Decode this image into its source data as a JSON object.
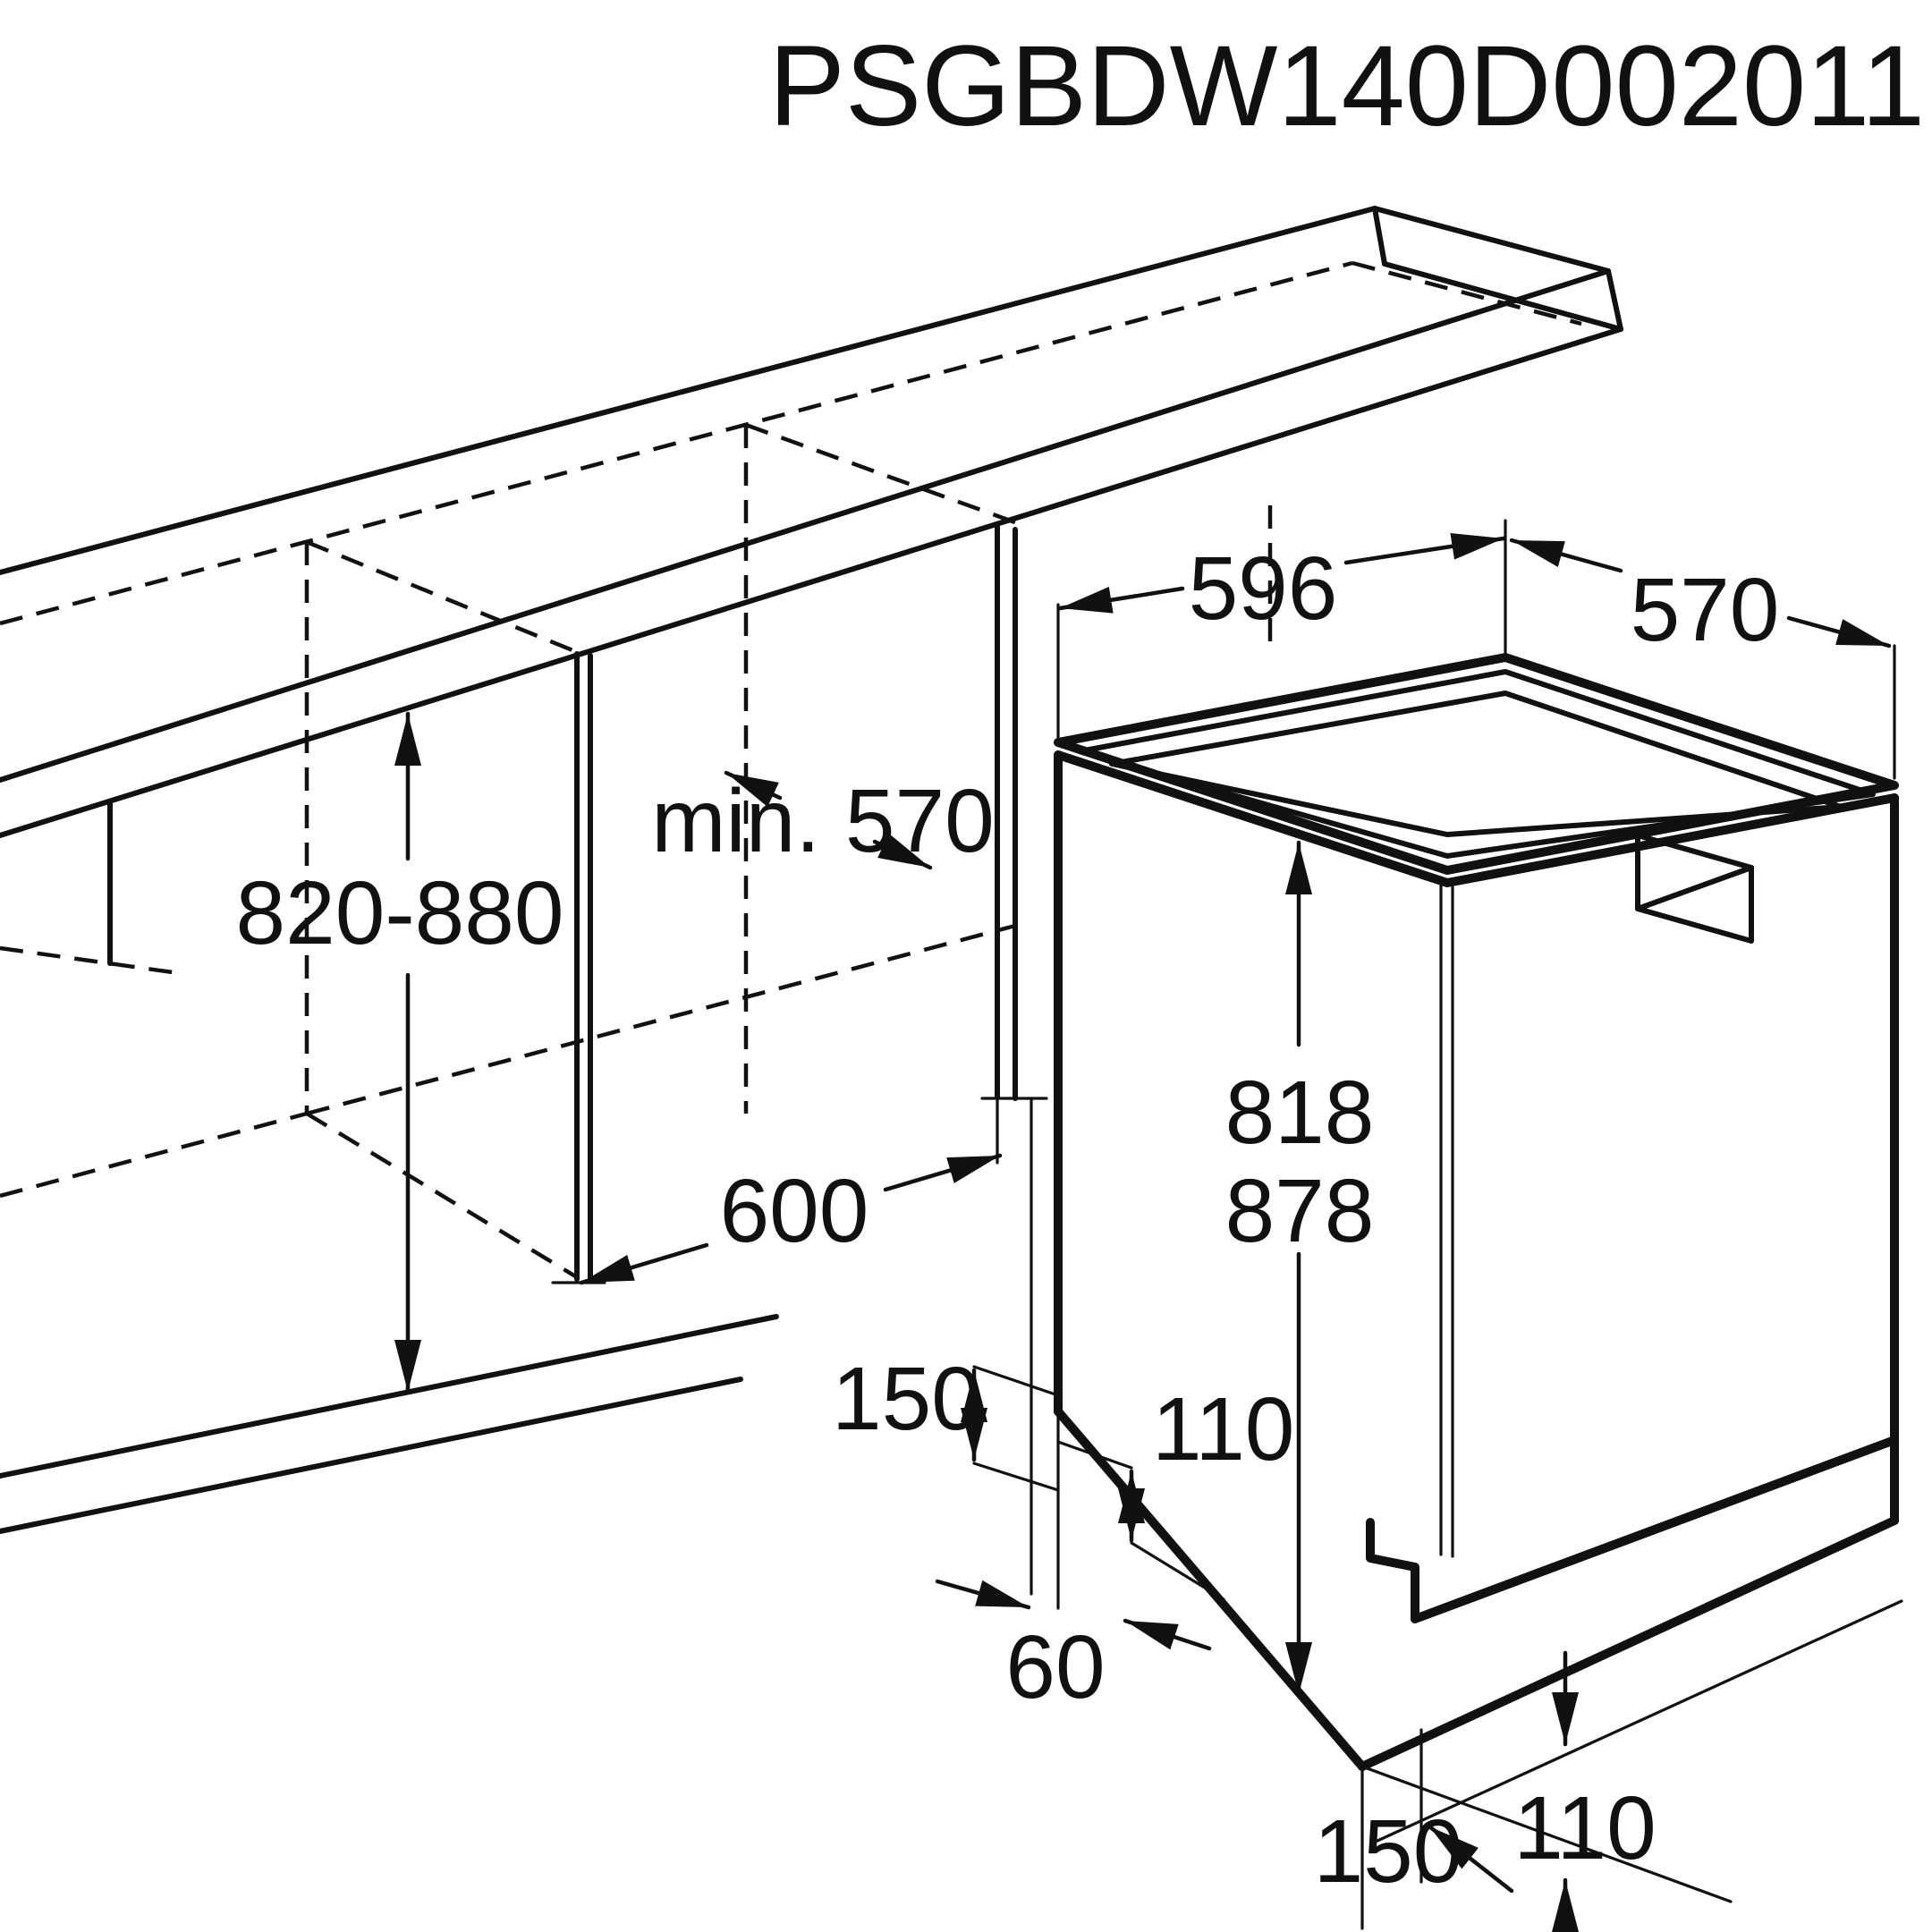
{
  "drawing": {
    "code": "PSGBDW140D002011",
    "background": "#ffffff",
    "line_color": "#111111",
    "kind": "dishwasher built-under installation dimensions"
  },
  "dimensions": {
    "worktop_height": "820-880",
    "niche_depth": "min. 570",
    "niche_width": "600",
    "appliance_width": "596",
    "appliance_depth": "570",
    "appliance_height_min": "818",
    "appliance_height_max": "878",
    "plinth_height_side": "150",
    "plinth_recess_side": "110",
    "side_clearance": "60",
    "plinth_recess_front": "110",
    "plinth_setback_front": "150"
  }
}
